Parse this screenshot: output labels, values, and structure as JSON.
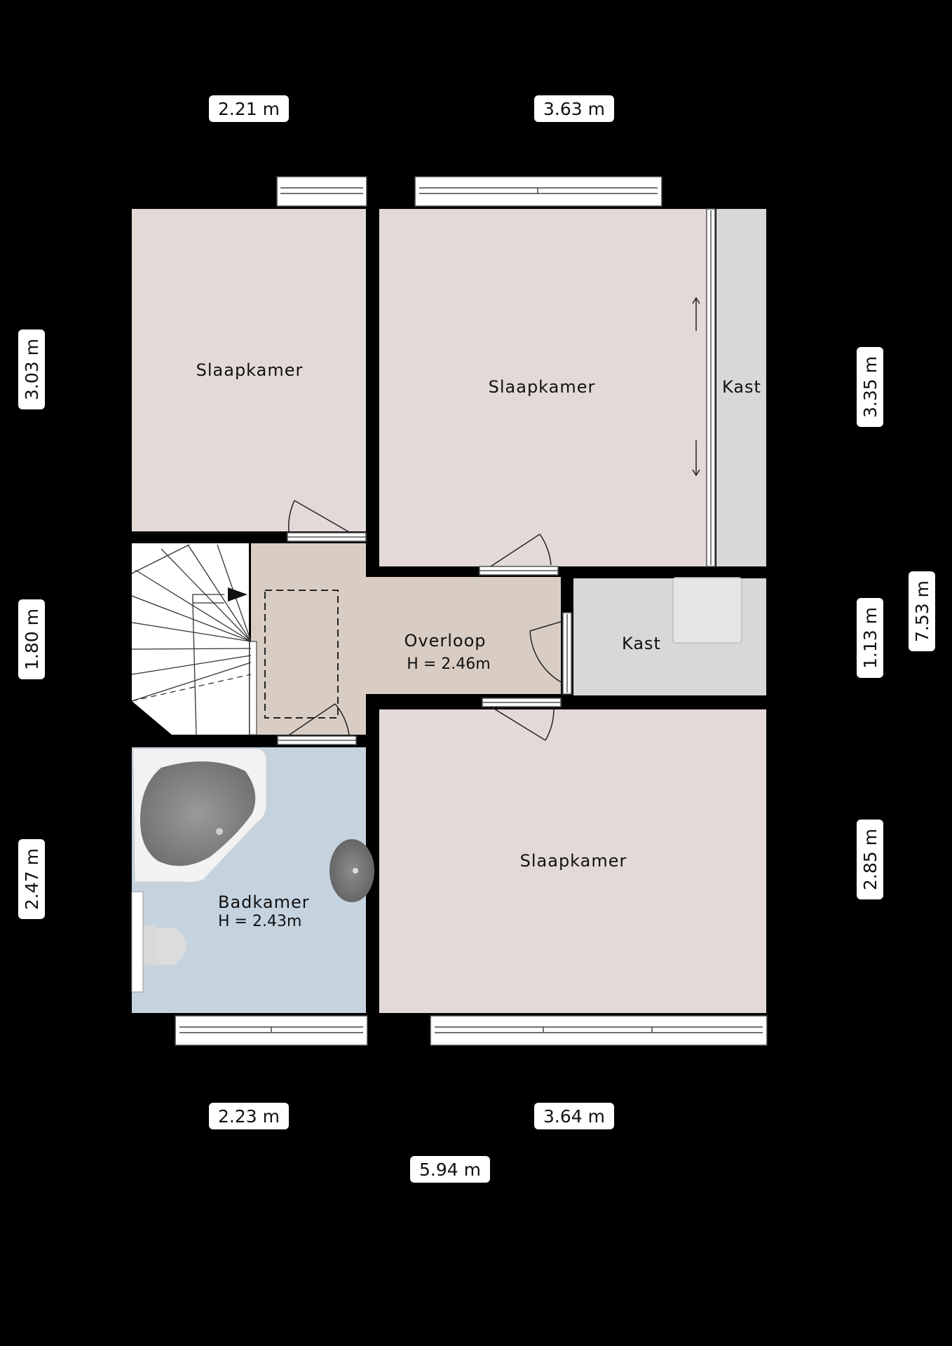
{
  "rooms": {
    "bedroom_top_left": {
      "label": "Slaapkamer"
    },
    "bedroom_top_right": {
      "label": "Slaapkamer"
    },
    "closet_top_right": {
      "label": "Kast"
    },
    "landing": {
      "label": "Overloop",
      "height": "H = 2.46m"
    },
    "closet_middle": {
      "label": "Kast"
    },
    "bathroom": {
      "label": "Badkamer",
      "height": "H = 2.43m"
    },
    "bedroom_bottom_right": {
      "label": "Slaapkamer"
    }
  },
  "dimensions": {
    "top_left_width": "2.21 m",
    "top_right_width": "3.63 m",
    "left_top_height": "3.03 m",
    "left_middle_height": "1.80 m",
    "left_bottom_height": "2.47 m",
    "right_top_height": "3.35 m",
    "right_middle_height": "1.13 m",
    "right_bottom_height": "2.85 m",
    "total_height": "7.53 m",
    "bottom_left_width": "2.23 m",
    "bottom_right_width": "3.64 m",
    "total_width": "5.94 m"
  },
  "colors": {
    "background": "#000000",
    "wall": "#000000",
    "bedroom": "#e3dad8",
    "closet": "#d8d8d8",
    "landing": "#d9cdc3",
    "bathroom": "#c5d3df",
    "window": "#ffffff"
  }
}
